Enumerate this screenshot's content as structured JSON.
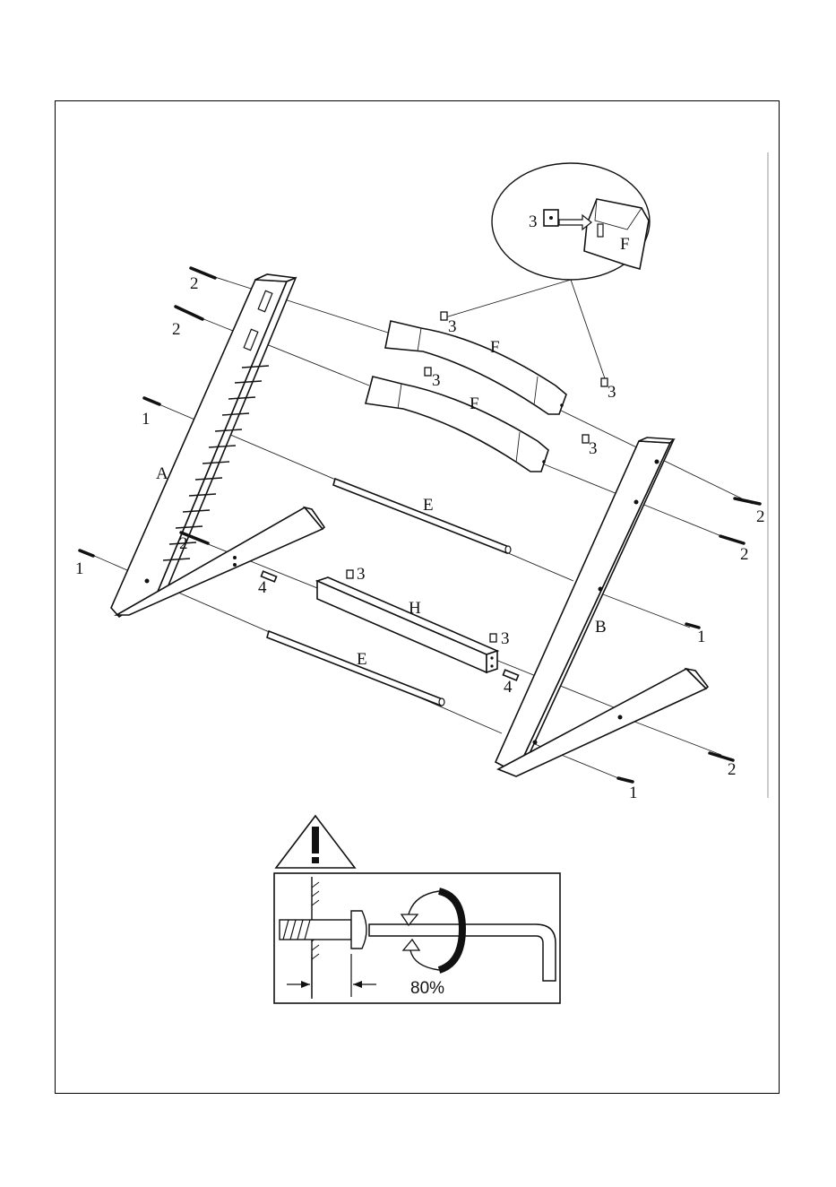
{
  "diagram": {
    "labels": {
      "A": "A",
      "B": "B",
      "E1": "E",
      "E2": "E",
      "F1": "F",
      "F2": "F",
      "F_detail": "F",
      "H": "H",
      "n1": "1",
      "n2": "2",
      "n3": "3",
      "n4": "4"
    },
    "torque_percent": "80%"
  },
  "colors": {
    "line": "#111111",
    "background": "#ffffff"
  },
  "icons": {
    "warning": "warning-triangle-icon",
    "rotation": "rotate-arrow-icon",
    "allen_key": "allen-key-icon"
  }
}
